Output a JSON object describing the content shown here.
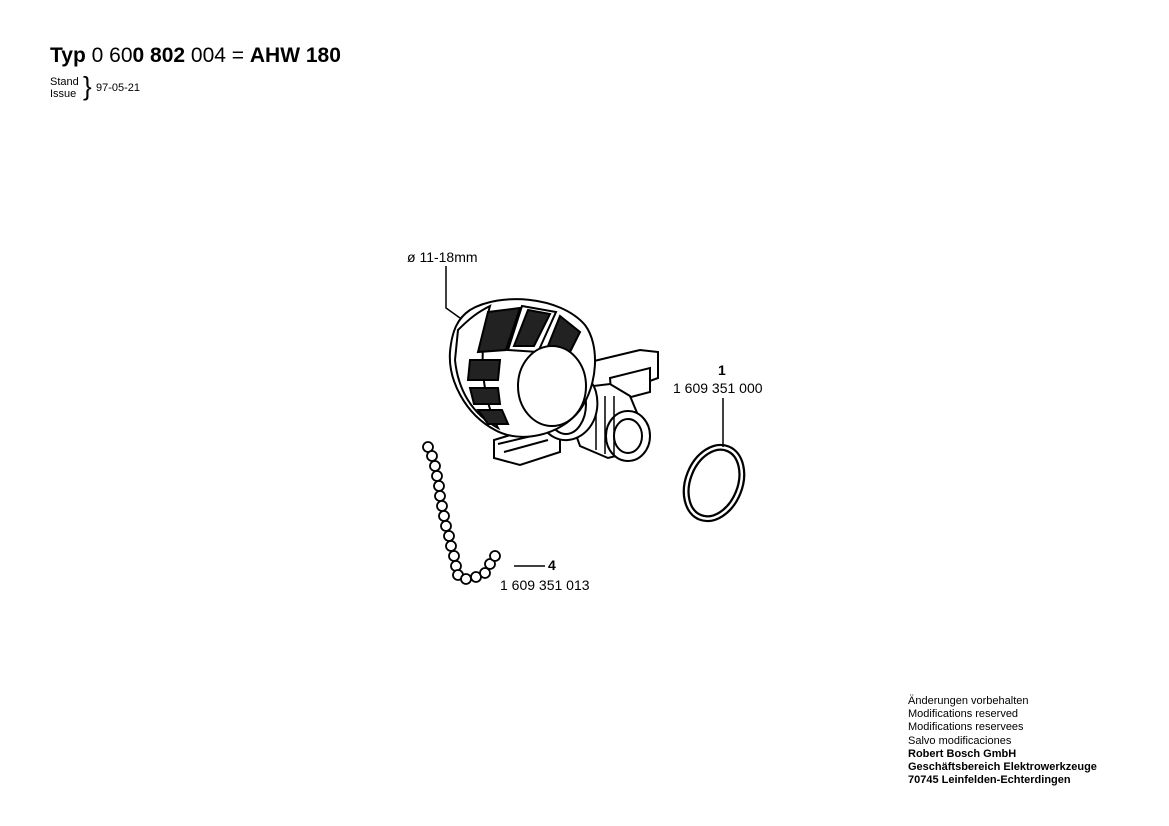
{
  "header": {
    "typ_label": "Typ",
    "type_number_part1": "0 60",
    "type_number_part2": "0 802",
    "type_number_part3": " 004 =",
    "model": "AHW 180",
    "stand_label": "Stand",
    "issue_label": "Issue",
    "date": "97-05-21"
  },
  "diagram": {
    "dimension_label": "ø 11-18mm",
    "parts": [
      {
        "number": "1",
        "part_id": "1 609 351 000"
      },
      {
        "number": "4",
        "part_id": "1 609 351 013"
      }
    ]
  },
  "footer": {
    "lines": [
      "Änderungen vorbehalten",
      "Modifications reserved",
      "Modifications reservees",
      "Salvo modificaciones"
    ],
    "company_lines": [
      "Robert Bosch GmbH",
      "Geschäftsbereich Elektrowerkzeuge",
      "70745 Leinfelden-Echterdingen"
    ]
  }
}
